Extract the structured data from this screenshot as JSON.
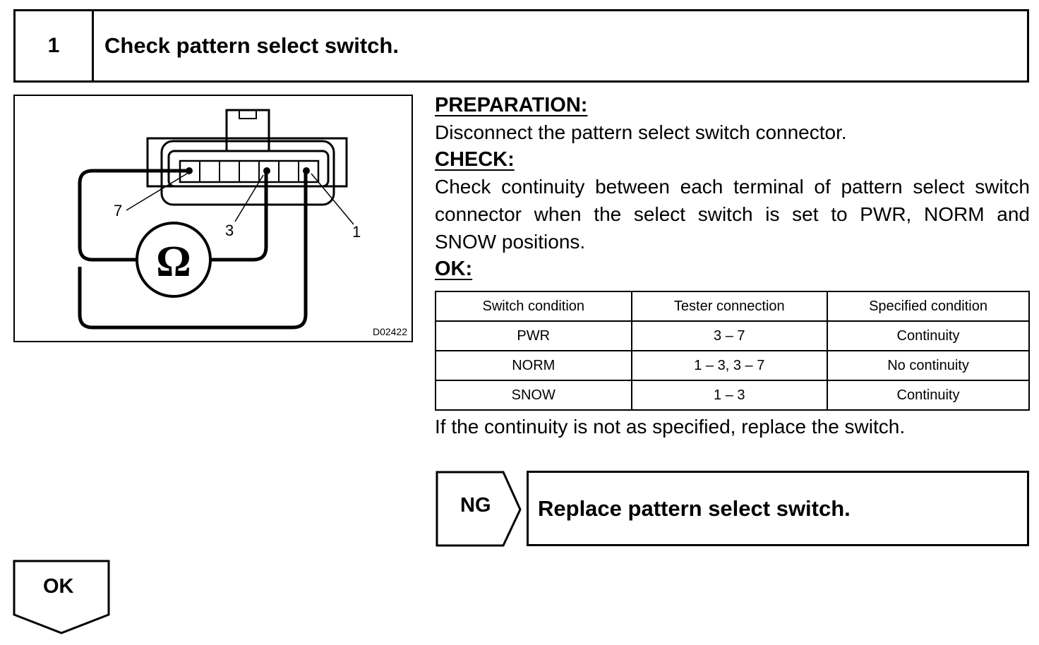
{
  "step": {
    "number": "1",
    "title": "Check pattern select switch."
  },
  "figure": {
    "terminal_labels": [
      "7",
      "3",
      "1"
    ],
    "ohm_symbol": "Ω",
    "code": "D02422"
  },
  "preparation": {
    "heading": "PREPARATION:",
    "text": "Disconnect the pattern select switch connector."
  },
  "check": {
    "heading": "CHECK:",
    "lines": [
      "Check continuity between each terminal of pattern select switch",
      "connector when the select switch is set to PWR, NORM and",
      "SNOW positions."
    ]
  },
  "ok_heading": "OK:",
  "table": {
    "headers": [
      "Switch condition",
      "Tester connection",
      "Specified condition"
    ],
    "rows": [
      [
        "PWR",
        "3 – 7",
        "Continuity"
      ],
      [
        "NORM",
        "1 – 3, 3 – 7",
        "No continuity"
      ],
      [
        "SNOW",
        "1 – 3",
        "Continuity"
      ]
    ]
  },
  "note": "If the continuity is not as specified, replace the switch.",
  "ng": {
    "label": "NG",
    "action": "Replace pattern select switch."
  },
  "ok": {
    "label": "OK"
  }
}
